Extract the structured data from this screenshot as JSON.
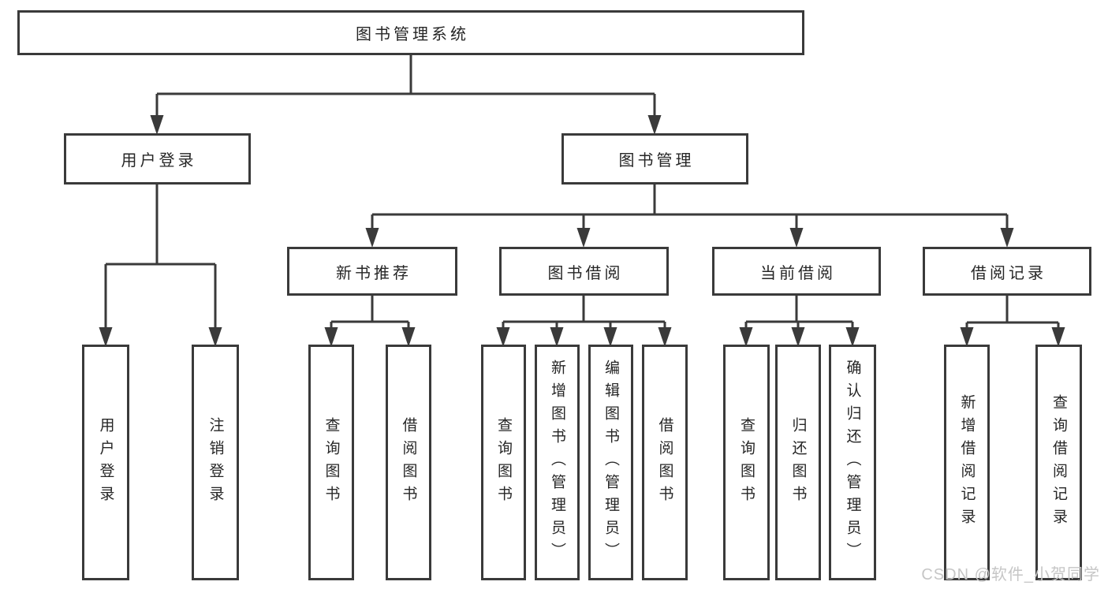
{
  "diagram": {
    "root": {
      "label": "图书管理系统"
    },
    "branches": [
      {
        "label": "用户登录"
      },
      {
        "label": "图书管理"
      }
    ],
    "modules": [
      {
        "label": "新书推荐"
      },
      {
        "label": "图书借阅"
      },
      {
        "label": "当前借阅"
      },
      {
        "label": "借阅记录"
      }
    ],
    "leaves": {
      "user": [
        "用户登录",
        "注销登录"
      ],
      "recommend": [
        "查询图书",
        "借阅图书"
      ],
      "borrow": [
        "查询图书",
        "新增图书（管理员）",
        "编辑图书（管理员）",
        "借阅图书"
      ],
      "current": [
        "查询图书",
        "归还图书",
        "确认归还（管理员）"
      ],
      "records": [
        "新增借阅记录",
        "查询借阅记录"
      ]
    }
  },
  "watermark": {
    "text": "CSDN @软件_小贺同学"
  },
  "colors": {
    "line": "#3a3a3a",
    "text": "#262626",
    "box_fill": "#ffffff",
    "watermark": "#c6c6c6",
    "background": "#ffffff"
  }
}
